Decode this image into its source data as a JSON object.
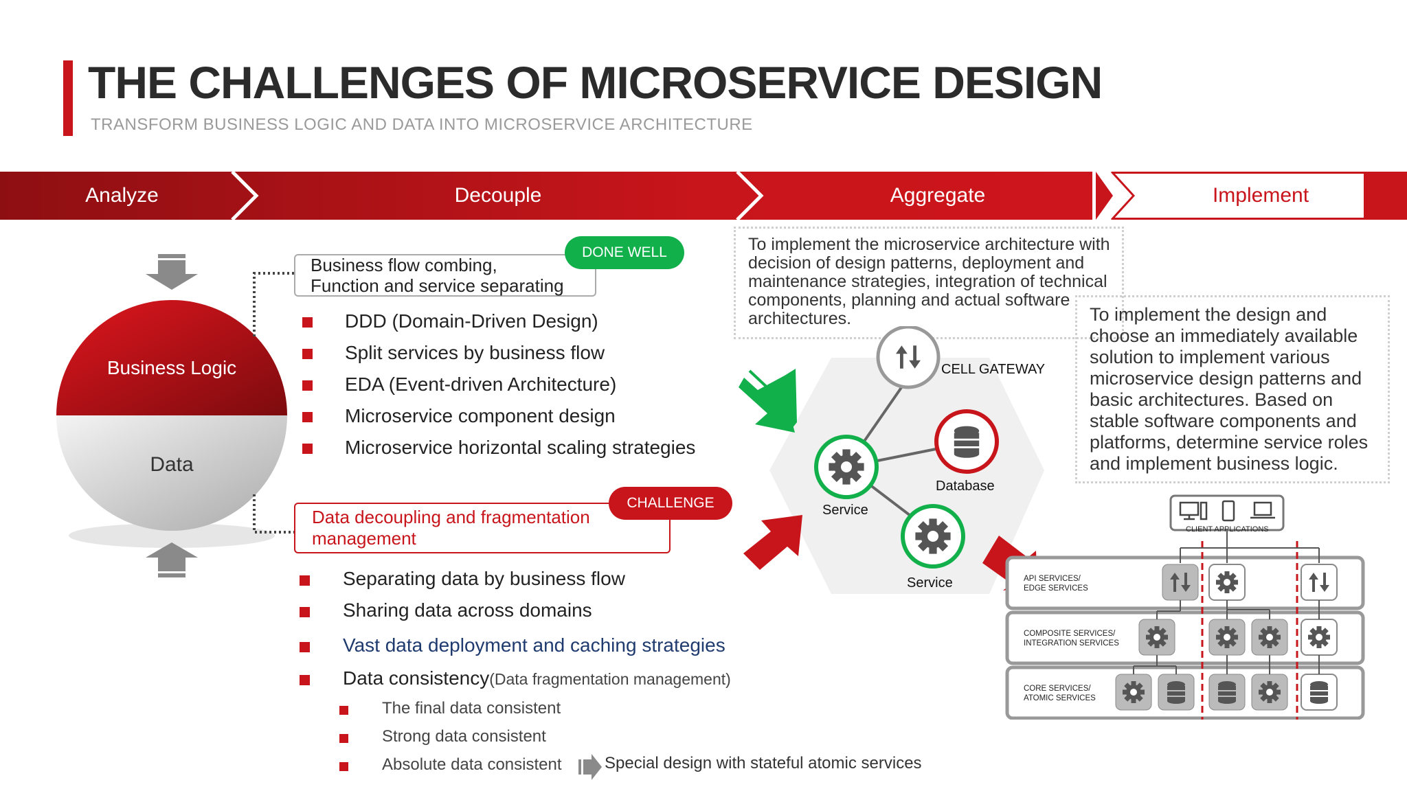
{
  "header": {
    "title": "THE CHALLENGES OF MICROSERVICE DESIGN",
    "subtitle": "TRANSFORM BUSINESS LOGIC AND DATA INTO MICROSERVICE ARCHITECTURE"
  },
  "stages": [
    {
      "label": "Analyze"
    },
    {
      "label": "Decouple"
    },
    {
      "label": "Aggregate"
    },
    {
      "label": "Implement"
    }
  ],
  "analyze": {
    "top_label": "Business Logic",
    "bottom_label": "Data"
  },
  "decouple": {
    "done_well_badge": "DONE WELL",
    "done_well_box": [
      "Business flow combing,",
      "Function and service separating"
    ],
    "done_well_items": [
      "DDD (Domain-Driven Design)",
      "Split services by business flow",
      "EDA (Event-driven Architecture)",
      "Microservice component design",
      "Microservice horizontal scaling strategies"
    ],
    "challenge_badge": "CHALLENGE",
    "challenge_box": [
      "Data decoupling and fragmentation",
      "management"
    ],
    "challenge_items": [
      {
        "text": "Separating data by business flow",
        "note": ""
      },
      {
        "text": "Sharing data across domains",
        "note": ""
      },
      {
        "text": "Vast data deployment and caching strategies",
        "note": ""
      },
      {
        "text": "Data consistency",
        "note": "(Data fragmentation management)"
      }
    ],
    "consistency_items": [
      "The final data consistent",
      "Strong data consistent",
      "Absolute data consistent"
    ],
    "special_note": "Special design with stateful atomic services"
  },
  "aggregate": {
    "description": [
      "To implement the microservice architecture with",
      "decision of design patterns, deployment and",
      "maintenance strategies, integration of technical",
      "components, planning and actual software",
      "architectures."
    ],
    "gateway_label": "CELL GATEWAY",
    "database_label": "Database",
    "service_label_1": "Service",
    "service_label_2": "Service"
  },
  "implement": {
    "description": [
      "To implement the design and",
      "choose an immediately available",
      "solution to implement various",
      "microservice design patterns and",
      "basic architectures. Based on",
      "stable software components and",
      "platforms, determine service roles",
      "and implement business logic."
    ],
    "client_label": "CLIENT APPLICATIONS",
    "layers": [
      [
        "API SERVICES/",
        "EDGE SERVICES"
      ],
      [
        "COMPOSITE SERVICES/",
        "INTEGRATION SERVICES"
      ],
      [
        "CORE SERVICES/",
        "ATOMIC SERVICES"
      ]
    ]
  },
  "colors": {
    "red": "#c8151b",
    "dark_red": "#8e0f12",
    "green": "#12b04b",
    "gray": "#8a8a8a"
  }
}
